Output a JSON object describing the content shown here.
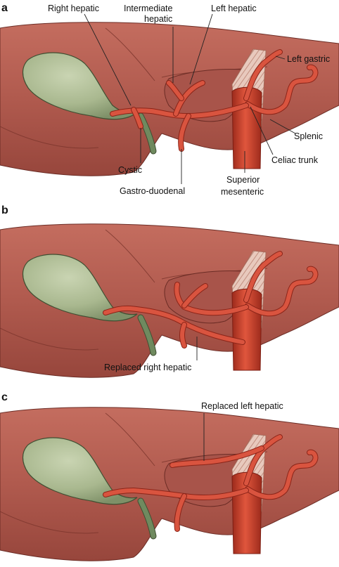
{
  "panels": [
    {
      "letter": "a",
      "labels": {
        "right_hepatic": "Right hepatic",
        "intermediate_hepatic_1": "Intermediate",
        "intermediate_hepatic_2": "hepatic",
        "left_hepatic": "Left hepatic",
        "left_gastric": "Left gastric",
        "splenic": "Splenic",
        "celiac_trunk": "Celiac trunk",
        "cystic": "Cystic",
        "gastro_duodenal": "Gastro-duodenal",
        "superior_mesenteric_1": "Superior",
        "superior_mesenteric_2": "mesenteric"
      }
    },
    {
      "letter": "b",
      "labels": {
        "replaced_right_hepatic": "Replaced right hepatic"
      }
    },
    {
      "letter": "c",
      "labels": {
        "replaced_left_hepatic": "Replaced left hepatic"
      }
    }
  ],
  "colors": {
    "liver": "#b05a4e",
    "artery": "#d9543f",
    "gallbladder": "#a9b88f",
    "bile_duct": "#6f8a5f",
    "aorta": "#c8402b"
  }
}
